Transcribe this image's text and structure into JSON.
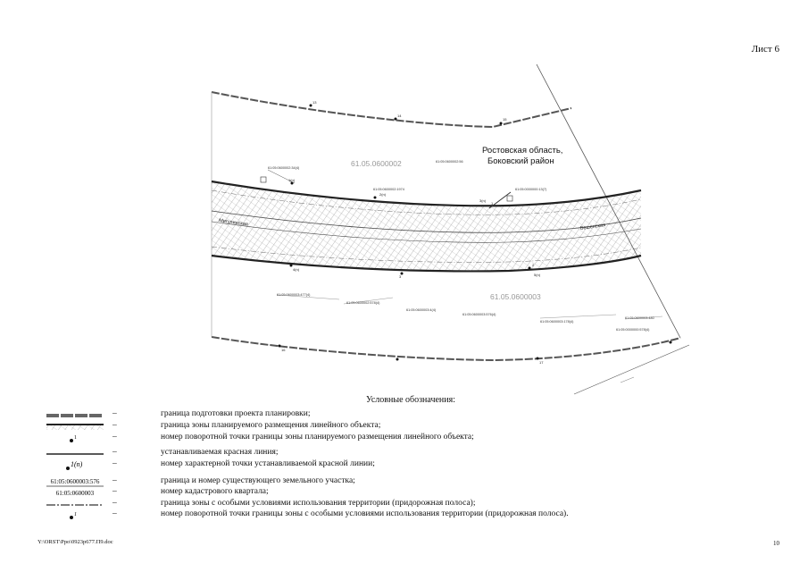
{
  "sheet_label": "Лист 6",
  "map": {
    "region_label_line1": "Ростовская область,",
    "region_label_line2": "Боковский район",
    "quarter_top": "61.05.0600002",
    "quarter_bottom": "61.05.0600003",
    "road_label_left": "Мигулинская",
    "road_label_right": "Вешенская",
    "parcel_labels": [
      "61:05:0600002:34(4)",
      "61:05:0600002:56",
      "61:05:0600002:1974",
      "61:05:0000000:13(7)",
      "61:05:0600003:477(4)",
      "61:05:0600002:578(4)",
      "61:05:0600003:4(4)",
      "61:05:0600003:576(4)",
      "61:05:0600003:178(4)",
      "61:05:0600003:480",
      "61:05:0000000:578(4)"
    ],
    "point_labels": [
      "1",
      "2",
      "3",
      "13",
      "14",
      "15",
      "16",
      "17",
      "1(n)",
      "2(n)",
      "3(n)",
      "4(n)",
      "5(n)"
    ]
  },
  "legend": {
    "title": "Условные обозначения:",
    "dash": "–",
    "items": [
      {
        "sym_text": "",
        "text": "граница подготовки проекта планировки;"
      },
      {
        "sym_text": "",
        "text": "граница зоны планируемого размещения линейного объекта;"
      },
      {
        "sym_text": "1",
        "text": "номер поворотной точки границы зоны планируемого размещения линейного объекта;"
      },
      {
        "sym_text": "",
        "text": "устанавливаемая красная линия;"
      },
      {
        "sym_text": "1(n)",
        "text": "номер характерной точки устанавливаемой красной линии;"
      },
      {
        "sym_text": "61:05:0600003:576",
        "text": "граница и номер существующего земельного участка;"
      },
      {
        "sym_text": "61:05:0600003",
        "text": "номер кадастрового квартала;"
      },
      {
        "sym_text": "",
        "text": "граница зоны с особыми условиями использования территории (придорожная полоса);"
      },
      {
        "sym_text": "1",
        "text": "номер поворотной точки границы зоны с особыми условиями использования территории (придорожная полоса)."
      }
    ]
  },
  "footer": {
    "path": "Y:\\ORST\\Ppo\\0923p677.П9.doc",
    "page_number": "10"
  }
}
